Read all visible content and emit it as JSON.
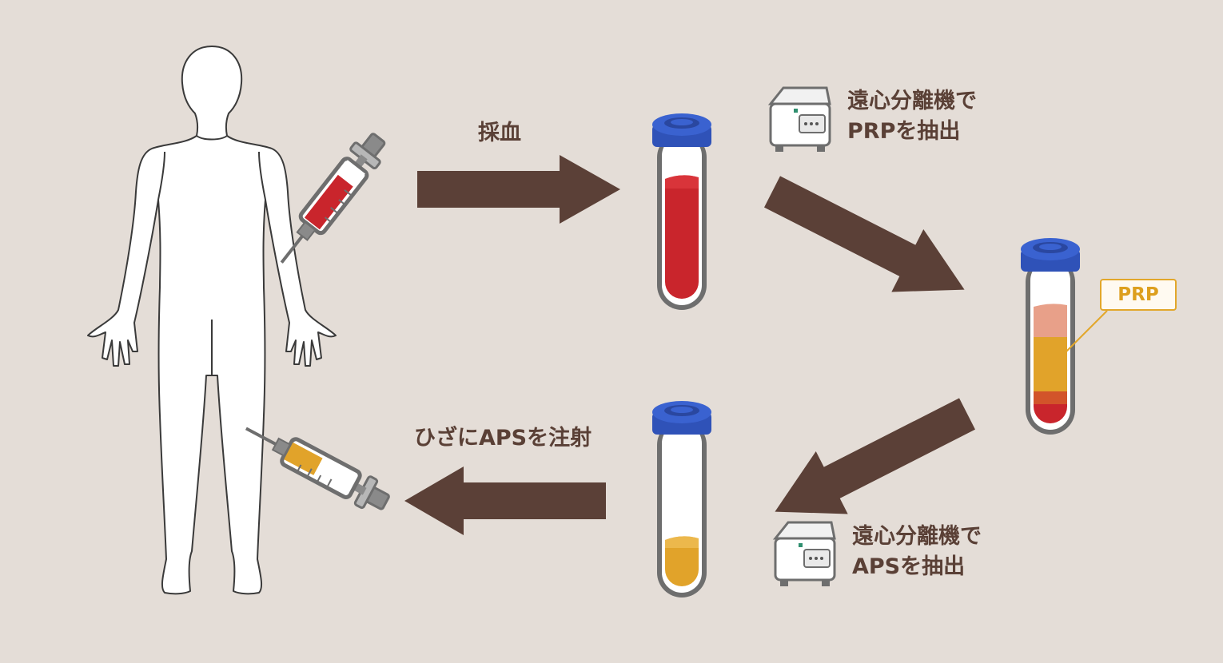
{
  "steps": {
    "blood_draw": "採血",
    "centrifuge_prp": {
      "line1": "遠心分離機で",
      "line2": "PRPを抽出"
    },
    "prp_tag": "PRP",
    "centrifuge_aps": {
      "line1": "遠心分離機で",
      "line2": "APSを抽出"
    },
    "inject": "ひざにAPSを注射"
  },
  "colors": {
    "background": "#e4ddd7",
    "arrow": "#5b4037",
    "text": "#5a4036",
    "blood": "#c9252c",
    "plasma_orange": "#e1a32a",
    "tube_cap": "#2f52b8",
    "prp_accent": "#e2a72b"
  },
  "icons": [
    "human-body-icon",
    "syringe-icon",
    "test-tube-icon",
    "centrifuge-icon",
    "arrow-icon"
  ]
}
